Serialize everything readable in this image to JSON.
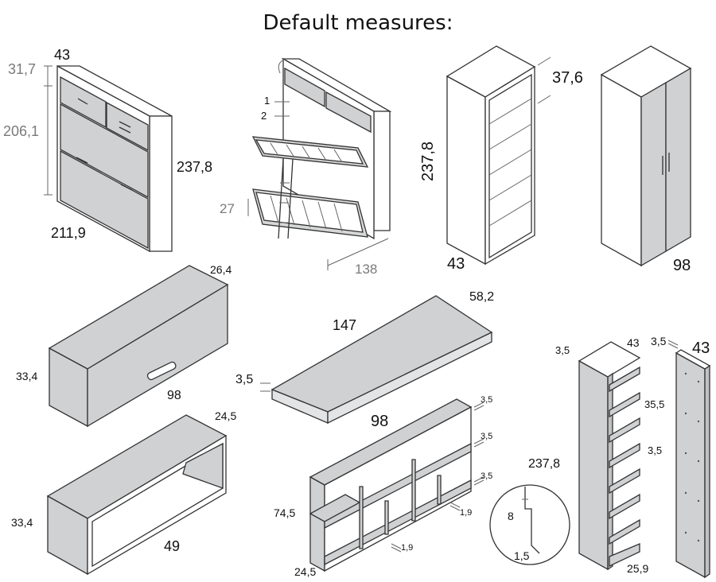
{
  "title": "Default measures:",
  "labels": {
    "bed_depth": "43",
    "bed_top": "31,7",
    "bed_height": "206,1",
    "bed_total_height": "237,8",
    "bed_width": "211,9",
    "bunk_1": "1",
    "bunk_2": "2",
    "bunk_27": "27",
    "bunk_138": "138",
    "shelf_depth": "37,6",
    "shelf_height": "237,8",
    "shelf_width": "43",
    "wardrobe_width": "98",
    "wallcab_depth": "26,4",
    "wallcab_height": "33,4",
    "wallcab_width": "98",
    "desk_depth": "58,2",
    "desk_width": "147",
    "desk_thick": "3,5",
    "desk_98": "98",
    "open_depth": "24,5",
    "open_height": "33,4",
    "open_width": "49",
    "lowshelf_35a": "3,5",
    "lowshelf_35b": "3,5",
    "lowshelf_35c": "3,5",
    "lowshelf_height": "74,5",
    "lowshelf_19a": "1,9",
    "lowshelf_19b": "1,9",
    "lowshelf_depth": "24,5",
    "detail_8": "8",
    "detail_15": "1,5",
    "col_35": "3,5",
    "col_43": "43",
    "col_355": "35,5",
    "col_35b": "3,5",
    "col_height": "237,8",
    "col_259": "25,9",
    "side_35": "3,5",
    "side_43": "43"
  }
}
